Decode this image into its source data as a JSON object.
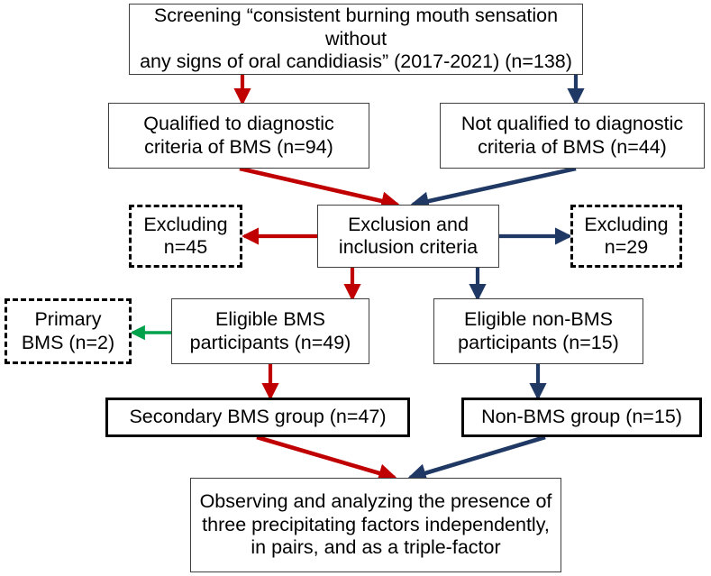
{
  "diagram": {
    "title": "BMS participant selection flowchart",
    "background": "#ffffff",
    "colors": {
      "red": "#C00000",
      "navy": "#1F3864",
      "green": "#00A14B",
      "box_border": "#3f3f3f",
      "bold_border": "#000000",
      "text": "#000000"
    },
    "nodes": [
      {
        "id": "screening",
        "label": "Screening “consistent burning mouth sensation without\nany signs of oral candidiasis” (2017-2021) (n=138)"
      },
      {
        "id": "qualified",
        "label": "Qualified to diagnostic\ncriteria of BMS (n=94)"
      },
      {
        "id": "not-qualified",
        "label": "Not qualified to diagnostic\ncriteria of BMS (n=44)"
      },
      {
        "id": "excluding-left",
        "label": "Excluding\nn=45"
      },
      {
        "id": "criteria",
        "label": "Exclusion and\ninclusion criteria"
      },
      {
        "id": "excluding-right",
        "label": "Excluding\nn=29"
      },
      {
        "id": "primary-bms",
        "label": "Primary\nBMS (n=2)"
      },
      {
        "id": "eligible-bms",
        "label": "Eligible BMS\nparticipants (n=49)"
      },
      {
        "id": "eligible-non-bms",
        "label": "Eligible non-BMS\nparticipants (n=15)"
      },
      {
        "id": "secondary-bms-group",
        "label": "Secondary BMS group (n=47)"
      },
      {
        "id": "non-bms-group",
        "label": "Non-BMS group (n=15)"
      },
      {
        "id": "observing",
        "label": "Observing and analyzing the presence of\nthree precipitating factors independently,\nin pairs, and as a triple-factor"
      }
    ],
    "edges": [
      {
        "from": "screening",
        "to": "qualified",
        "color": "red"
      },
      {
        "from": "screening",
        "to": "not-qualified",
        "color": "navy"
      },
      {
        "from": "qualified",
        "to": "criteria",
        "color": "red"
      },
      {
        "from": "not-qualified",
        "to": "criteria",
        "color": "navy"
      },
      {
        "from": "criteria",
        "to": "excluding-left",
        "color": "red"
      },
      {
        "from": "criteria",
        "to": "excluding-right",
        "color": "navy"
      },
      {
        "from": "criteria",
        "to": "eligible-bms",
        "color": "red"
      },
      {
        "from": "criteria",
        "to": "eligible-non-bms",
        "color": "navy"
      },
      {
        "from": "eligible-bms",
        "to": "primary-bms",
        "color": "green"
      },
      {
        "from": "eligible-bms",
        "to": "secondary-bms-group",
        "color": "red"
      },
      {
        "from": "eligible-non-bms",
        "to": "non-bms-group",
        "color": "navy"
      },
      {
        "from": "secondary-bms-group",
        "to": "observing",
        "color": "red"
      },
      {
        "from": "non-bms-group",
        "to": "observing",
        "color": "navy"
      }
    ]
  }
}
